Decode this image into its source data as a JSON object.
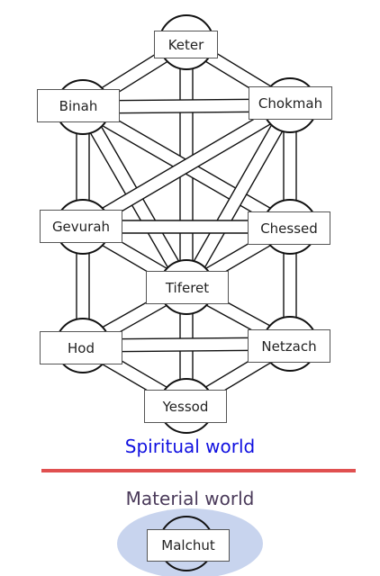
{
  "sefirot": {
    "keter": "Keter",
    "binah": "Binah",
    "chokmah": "Chokmah",
    "gevurah": "Gevurah",
    "chessed": "Chessed",
    "tiferet": "Tiferet",
    "hod": "Hod",
    "netzach": "Netzach",
    "yessod": "Yessod",
    "malchut": "Malchut"
  },
  "worlds": {
    "spiritual": "Spiritual world",
    "material": "Material world"
  },
  "colors": {
    "spiritual_text": "#1010e0",
    "material_text": "#4a3a5a",
    "divider": "#e05050",
    "malchut_glow": "#c8d4ee"
  }
}
